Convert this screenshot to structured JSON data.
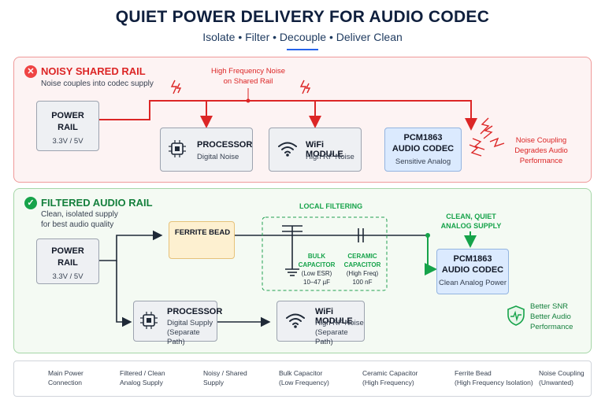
{
  "header": {
    "title": "QUIET POWER DELIVERY FOR AUDIO CODEC",
    "subtitle": "Isolate • Filter • Decouple • Deliver Clean"
  },
  "noisy": {
    "title": "NOISY SHARED RAIL",
    "desc": "Noise couples into codec supply",
    "power_rail": {
      "title_l1": "POWER",
      "title_l2": "RAIL",
      "voltage": "3.3V / 5V"
    },
    "hf_noise_note": {
      "l1": "High Frequency Noise",
      "l2": "on Shared Rail"
    },
    "processor": {
      "title": "PROCESSOR",
      "desc": "Digital Noise"
    },
    "wifi": {
      "title": "WiFi MODULE",
      "desc": "High RF Noise"
    },
    "codec": {
      "title_l1": "PCM1863",
      "title_l2": "AUDIO CODEC",
      "desc": "Sensitive Analog"
    },
    "coupling_note": {
      "l1": "Noise Coupling",
      "l2": "Degrades Audio",
      "l3": "Performance"
    }
  },
  "filtered": {
    "title": "FILTERED AUDIO RAIL",
    "desc_l1": "Clean, isolated supply",
    "desc_l2": "for best audio quality",
    "power_rail": {
      "title_l1": "POWER",
      "title_l2": "RAIL",
      "voltage": "3.3V / 5V"
    },
    "ferrite": {
      "title": "FERRITE BEAD"
    },
    "local_filtering": "LOCAL FILTERING",
    "bulk_cap": {
      "l1": "BULK",
      "l2": "CAPACITOR",
      "l3": "(Low ESR)",
      "l4": "10–47 µF"
    },
    "ceramic_cap": {
      "l1": "CERAMIC",
      "l2": "CAPACITOR",
      "l3": "(High Freq)",
      "l4": "100 nF"
    },
    "clean_note": {
      "l1": "CLEAN, QUIET",
      "l2": "ANALOG SUPPLY"
    },
    "codec": {
      "title_l1": "PCM1863",
      "title_l2": "AUDIO CODEC",
      "desc": "Clean Analog Power"
    },
    "processor": {
      "title": "PROCESSOR",
      "desc_l1": "Digital Supply",
      "desc_l2": "(Separate Path)"
    },
    "wifi": {
      "title": "WiFi MODULE",
      "desc_l1": "High RF Noise",
      "desc_l2": "(Separate Path)"
    },
    "snr_note": {
      "l1": "Better SNR",
      "l2": "Better Audio",
      "l3": "Performance"
    }
  },
  "legend": [
    {
      "l1": "Main Power",
      "l2": "Connection"
    },
    {
      "l1": "Filtered / Clean",
      "l2": "Analog Supply"
    },
    {
      "l1": "Noisy / Shared",
      "l2": "Supply"
    },
    {
      "l1": "Bulk Capacitor",
      "l2": "(Low Frequency)"
    },
    {
      "l1": "Ceramic Capacitor",
      "l2": "(High Frequency)"
    },
    {
      "l1": "Ferrite Bead",
      "l2": "(High Frequency Isolation)"
    },
    {
      "l1": "Noise Coupling",
      "l2": "(Unwanted)"
    }
  ],
  "colors": {
    "noisy_red": "#dc2626",
    "clean_green": "#16a34a",
    "main_black": "#1f2937",
    "codec_blue": "#dbeafe",
    "ferrite_amber": "#fdf0d0"
  }
}
